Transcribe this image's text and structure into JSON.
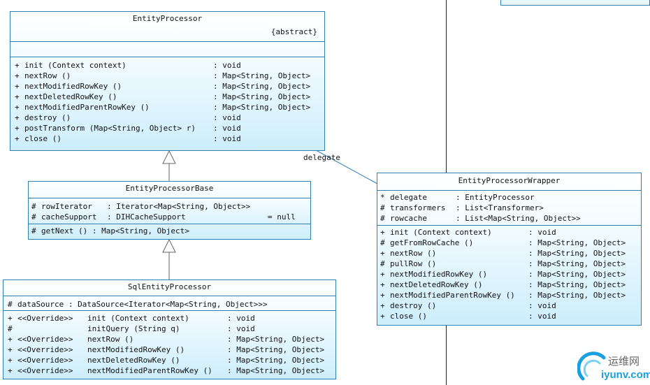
{
  "classes": {
    "ep": {
      "name": "EntityProcessor",
      "stereotype": "{abstract}",
      "ops": [
        {
          "vis": "+",
          "name": "init (Context context)",
          "type": ": void"
        },
        {
          "vis": "+",
          "name": "nextRow ()",
          "type": ": Map<String, Object>"
        },
        {
          "vis": "+",
          "name": "nextModifiedRowKey ()",
          "type": ": Map<String, Object>"
        },
        {
          "vis": "+",
          "name": "nextDeletedRowKey ()",
          "type": ": Map<String, Object>"
        },
        {
          "vis": "+",
          "name": "nextModifiedParentRowKey ()",
          "type": ": Map<String, Object>"
        },
        {
          "vis": "+",
          "name": "destroy ()",
          "type": ": void"
        },
        {
          "vis": "+",
          "name": "postTransform (Map<String, Object> r)",
          "type": ": void"
        },
        {
          "vis": "+",
          "name": "close ()",
          "type": ": void"
        }
      ]
    },
    "epb": {
      "name": "EntityProcessorBase",
      "attrs": [
        {
          "vis": "#",
          "name": "rowIterator",
          "type": ": Iterator<Map<String, Object>>",
          "init": ""
        },
        {
          "vis": "#",
          "name": "cacheSupport",
          "type": ": DIHCacheSupport",
          "init": "= null"
        }
      ],
      "ops": [
        {
          "vis": "#",
          "name": "getNext () : Map<String, Object>"
        }
      ]
    },
    "sql": {
      "name": "SqlEntityProcessor",
      "attrs": [
        {
          "vis": "#",
          "name": "dataSource : DataSource<Iterator<Map<String, Object>>>"
        }
      ],
      "ops": [
        {
          "vis": "+",
          "stereo": "<<Override>>",
          "name": "init (Context context)",
          "type": ": void"
        },
        {
          "vis": "#",
          "stereo": "",
          "name": "initQuery (String q)",
          "type": ": void"
        },
        {
          "vis": "+",
          "stereo": "<<Override>>",
          "name": "nextRow ()",
          "type": ": Map<String, Object>"
        },
        {
          "vis": "+",
          "stereo": "<<Override>>",
          "name": "nextModifiedRowKey ()",
          "type": ": Map<String, Object>"
        },
        {
          "vis": "+",
          "stereo": "<<Override>>",
          "name": "nextDeletedRowKey ()",
          "type": ": Map<String, Object>"
        },
        {
          "vis": "+",
          "stereo": "<<Override>>",
          "name": "nextModifiedParentRowKey ()",
          "type": ": Map<String, Object>"
        }
      ]
    },
    "epw": {
      "name": "EntityProcessorWrapper",
      "attrs": [
        {
          "vis": "*",
          "name": "delegate",
          "type": ": EntityProcessor"
        },
        {
          "vis": "#",
          "name": "transformers",
          "type": ": List<Transformer>"
        },
        {
          "vis": "#",
          "name": "rowcache",
          "type": ": List<Map<String, Object>>"
        }
      ],
      "ops": [
        {
          "vis": "+",
          "name": "init (Context context)",
          "type": ": void"
        },
        {
          "vis": "#",
          "name": "getFromRowCache ()",
          "type": ": Map<String, Object>"
        },
        {
          "vis": "+",
          "name": "nextRow ()",
          "type": ": Map<String, Object>"
        },
        {
          "vis": "#",
          "name": "pullRow ()",
          "type": ": Map<String, Object>"
        },
        {
          "vis": "+",
          "name": "nextModifiedRowKey ()",
          "type": ": Map<String, Object>"
        },
        {
          "vis": "+",
          "name": "nextDeletedRowKey ()",
          "type": ": Map<String, Object>"
        },
        {
          "vis": "+",
          "name": "nextModifiedParentRowKey ()",
          "type": ": Map<String, Object>"
        },
        {
          "vis": "+",
          "name": "destroy ()",
          "type": ": void"
        },
        {
          "vis": "+",
          "name": "close ()",
          "type": ": void"
        }
      ]
    }
  },
  "association_label": "delegate",
  "watermark": {
    "cn": "运维网",
    "url": "iyunv.com"
  }
}
